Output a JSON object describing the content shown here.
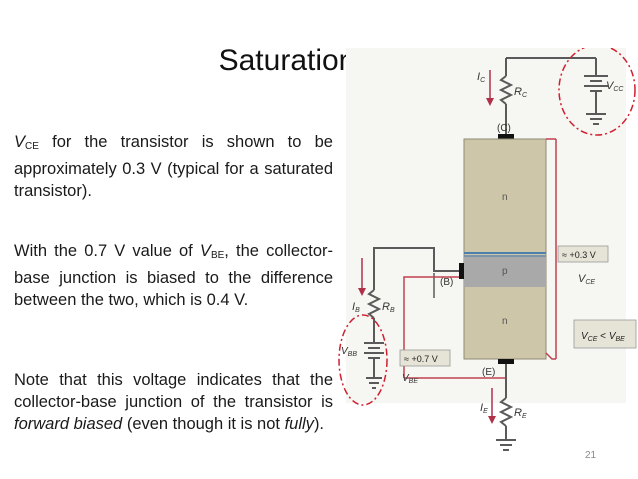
{
  "slide": {
    "title": "Saturation",
    "slide_number": "21"
  },
  "paragraphs": {
    "p1": {
      "v": "V",
      "v_sub": "CE",
      "rest": " for the transistor is shown to be approximately 0.3 V (typical for a saturated transistor)."
    },
    "p2": {
      "pre": "With the 0.7 V value of ",
      "v": "V",
      "v_sub": "BE",
      "rest": ", the collector-base junction is biased to the difference between the two, which is 0.4 V."
    },
    "p3": {
      "pre": "Note that this voltage indicates that the collector-base junction of the transistor is ",
      "em1": "forward biased",
      "mid": " (even though it is not ",
      "em2": "fully",
      "post": ")."
    }
  },
  "diagram": {
    "labels": {
      "ic": "I",
      "ic_sub": "C",
      "rc": "R",
      "rc_sub": "C",
      "vcc": "V",
      "vcc_sub": "CC",
      "collector": "(C)",
      "base": "(B)",
      "emitter": "(E)",
      "n_top": "n",
      "p_mid": "p",
      "n_bot": "n",
      "vce_box": "≈ +0.3 V",
      "vce_lbl": "V",
      "vce_lbl_sub": "CE",
      "cmp_v1": "V",
      "cmp_v1_sub": "CE",
      "cmp_op": " < ",
      "cmp_v2": "V",
      "cmp_v2_sub": "BE",
      "ib": "I",
      "ib_sub": "B",
      "rb": "R",
      "rb_sub": "B",
      "vbb": "V",
      "vbb_sub": "BB",
      "vbe_box": "≈ +0.7 V",
      "vbe_lbl": "V",
      "vbe_lbl_sub": "BE",
      "ie": "I",
      "ie_sub": "E",
      "re": "R",
      "re_sub": "E"
    },
    "colors": {
      "wire": "#5a5a5a",
      "current_arrow": "#b0304a",
      "highlight": "#d02030",
      "transistor_body": "#cdc6a8",
      "junction_band": "#a9a9a9",
      "junction_line": "#4a7fb0",
      "label_box": "#e6e4d6"
    }
  }
}
